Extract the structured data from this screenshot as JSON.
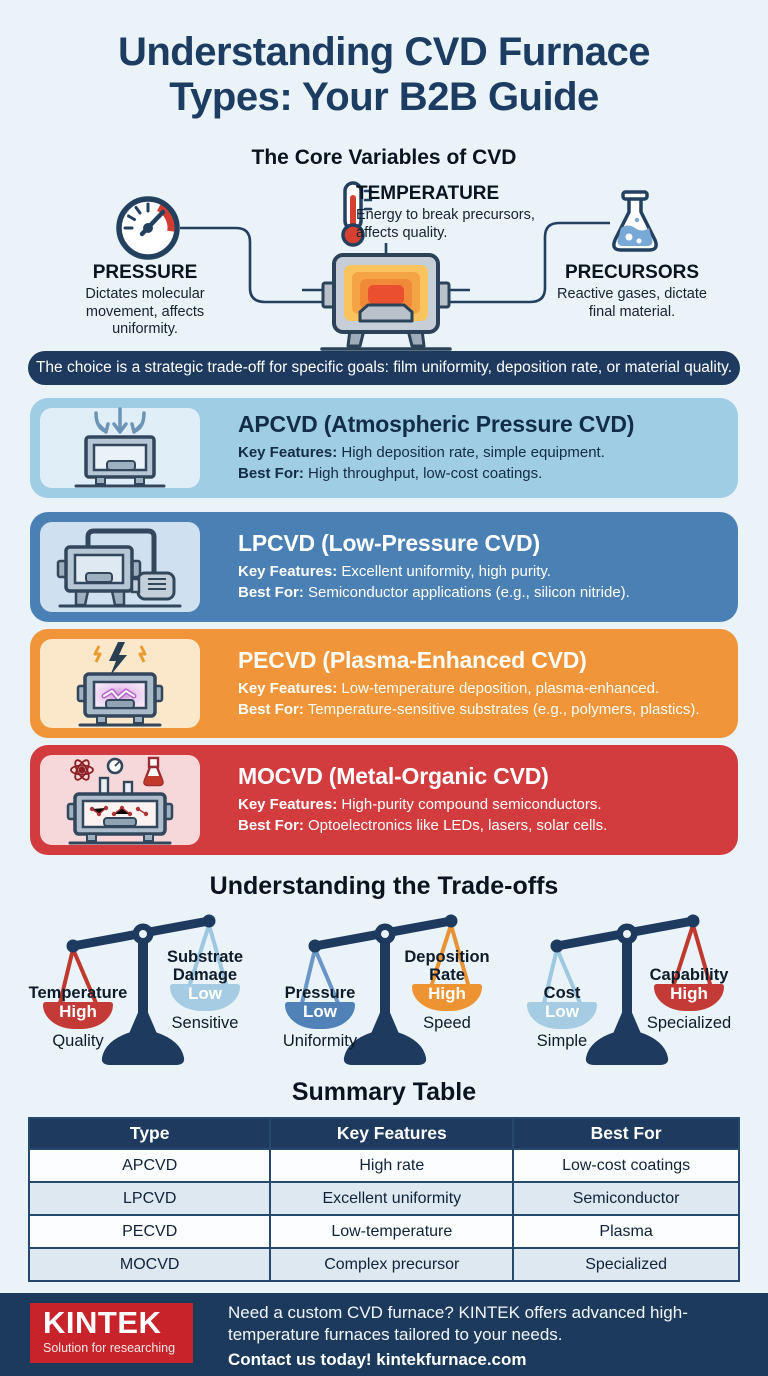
{
  "header": {
    "title_line1": "Understanding CVD Furnace",
    "title_line2": "Types: Your B2B Guide"
  },
  "core": {
    "heading": "The Core Variables of CVD",
    "pressure": {
      "name": "PRESSURE",
      "description": "Dictates molecular movement, affects uniformity.",
      "icon": "pressure-gauge-icon"
    },
    "temperature": {
      "name": "TEMPERATURE",
      "description": "Energy to break precursors, affects quality.",
      "icon": "thermometer-icon"
    },
    "precursors": {
      "name": "PRECURSORS",
      "description": "Reactive gases, dictate final material.",
      "icon": "flask-icon"
    },
    "furnace_icon": "cvd-furnace-icon",
    "banner": "The choice is a strategic trade-off for specific goals: film uniformity, deposition rate, or material quality."
  },
  "cards": [
    {
      "id": "apcvd",
      "title": "APCVD (Atmospheric Pressure CVD)",
      "key_features_label": "Key Features:",
      "key_features": " High deposition rate, simple equipment.",
      "best_for_label": "Best For:",
      "best_for": " High throughput, low-cost coatings.",
      "color": "#9fcde4",
      "icon": "apcvd-furnace-icon"
    },
    {
      "id": "lpcvd",
      "title": "LPCVD (Low-Pressure CVD)",
      "key_features_label": "Key Features:",
      "key_features": " Excellent uniformity, high purity.",
      "best_for_label": "Best For:",
      "best_for": " Semiconductor applications (e.g., silicon nitride).",
      "color": "#4b80b4",
      "icon": "lpcvd-furnace-pump-icon"
    },
    {
      "id": "pecvd",
      "title": "PECVD (Plasma-Enhanced CVD)",
      "key_features_label": "Key Features:",
      "key_features": " Low-temperature deposition, plasma-enhanced.",
      "best_for_label": "Best For:",
      "best_for": " Temperature-sensitive substrates (e.g., polymers, plastics).",
      "color": "#f0953a",
      "icon": "pecvd-plasma-furnace-icon"
    },
    {
      "id": "mocvd",
      "title": "MOCVD (Metal-Organic CVD)",
      "key_features_label": "Key Features:",
      "key_features": " High-purity compound semiconductors.",
      "best_for_label": "Best For:",
      "best_for": " Optoelectronics like LEDs, lasers, solar cells.",
      "color": "#d23c3f",
      "icon": "mocvd-molecule-furnace-icon"
    }
  ],
  "tradeoffs": {
    "heading": "Understanding the Trade-offs",
    "scales": [
      {
        "icon": "balance-scale-icon",
        "left": {
          "label": "Temperature",
          "value": "High",
          "sub": "Quality",
          "color": "#c43a36"
        },
        "right": {
          "label": "Substrate Damage",
          "value": "Low",
          "sub": "Sensitive",
          "color": "#a5cce2"
        }
      },
      {
        "icon": "balance-scale-icon",
        "left": {
          "label": "Pressure",
          "value": "Low",
          "sub": "Uniformity",
          "color": "#5082b8"
        },
        "right": {
          "label": "Deposition Rate",
          "value": "High",
          "sub": "Speed",
          "color": "#ee9331"
        }
      },
      {
        "icon": "balance-scale-icon",
        "left": {
          "label": "Cost",
          "value": "Low",
          "sub": "Simple",
          "color": "#a5cce2"
        },
        "right": {
          "label": "Capability",
          "value": "High",
          "sub": "Specialized",
          "color": "#c43a36"
        }
      }
    ]
  },
  "summary": {
    "heading": "Summary Table",
    "columns": [
      "Type",
      "Key Features",
      "Best For"
    ],
    "rows": [
      [
        "APCVD",
        "High rate",
        "Low-cost coatings"
      ],
      [
        "LPCVD",
        "Excellent uniformity",
        "Semiconductor"
      ],
      [
        "PECVD",
        "Low-temperature",
        "Plasma"
      ],
      [
        "MOCVD",
        "Complex precursor",
        "Specialized"
      ]
    ]
  },
  "footer": {
    "brand": "KINTEK",
    "tagline": "Solution for researching",
    "message": "Need a custom CVD furnace? KINTEK offers advanced high-temperature furnaces tailored to your needs.",
    "contact": "Contact us today! kintekfurnace.com"
  },
  "colors": {
    "background": "#e9f3f8",
    "navy": "#1e3a5f",
    "title_text": "#1d3c62",
    "apcvd_card": "#9fcde4",
    "lpcvd_card": "#4b80b4",
    "pecvd_card": "#f0953a",
    "mocvd_card": "#d23c3f",
    "bowl_red": "#c43a36",
    "bowl_light_blue": "#a5cce2",
    "bowl_blue": "#5082b8",
    "bowl_orange": "#ee9331",
    "logo_red": "#c8232b",
    "table_header": "#1e3a5f",
    "table_row_alt": "#dde8f0",
    "footer": "#1c3a5c"
  }
}
